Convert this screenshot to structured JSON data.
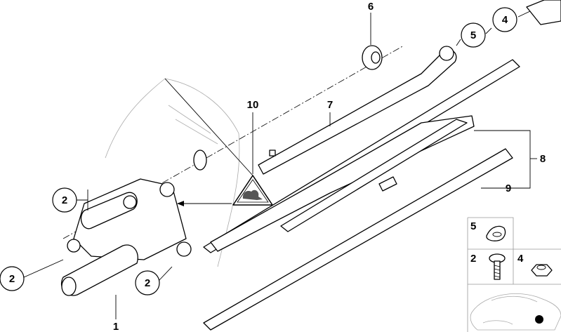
{
  "diagram": {
    "callouts": {
      "c1": "1",
      "c2a": "2",
      "c2b": "2",
      "c2c": "2",
      "c4": "4",
      "c5": "5",
      "c6": "6",
      "c7": "7",
      "c8": "8",
      "c9": "9",
      "c10": "10"
    },
    "legend_panel": {
      "cell_a": "5",
      "cell_b": "2",
      "cell_c": "4"
    }
  }
}
